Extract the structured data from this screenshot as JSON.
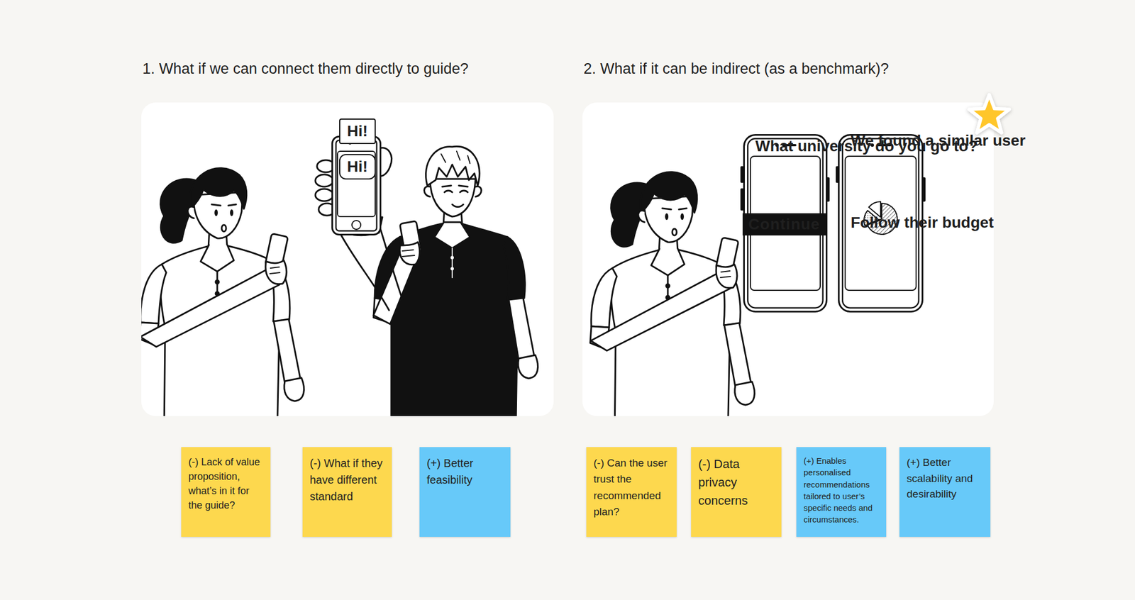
{
  "diagram": {
    "nodes": [
      {
        "text": [
          "1. What if we can connect them directly to guide?"
        ]
      },
      {
        "text": [
          "Hi!",
          "Hi!"
        ],
        "in": 0
      },
      {
        "text": [
          "2. What if it can be indirect (as a benchmark)?"
        ]
      },
      {
        "text": [
          "What university do you go to?",
          "Continue"
        ],
        "in": 2
      },
      {
        "text": [
          "We found a similar user",
          "Follow their budget"
        ],
        "in": 2
      },
      {
        "text": [
          "(-) Lack of value proposition, what’s in it for the guide?"
        ]
      },
      {
        "text": [
          "(-) What if they have different standard"
        ]
      },
      {
        "text": [
          "(+) Better feasibility"
        ]
      },
      {
        "text": [
          "(-) Can the user trust the recommended plan?"
        ]
      },
      {
        "text": [
          "(-) Data privacy concerns"
        ]
      },
      {
        "text": [
          "(+) Enables personalised recommendations tailored to user’s specific needs and circumstances."
        ]
      },
      {
        "text": [
          "(+) Better scalability and desirability"
        ]
      }
    ]
  }
}
